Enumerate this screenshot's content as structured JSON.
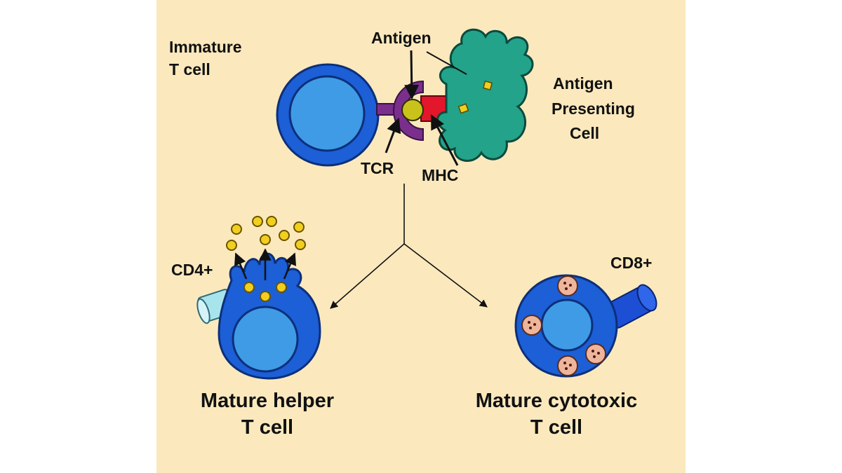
{
  "labels": {
    "immature_line1": "Immature",
    "immature_line2": "T cell",
    "antigen": "Antigen",
    "apc_line1": "Antigen",
    "apc_line2": "Presenting",
    "apc_line3": "Cell",
    "tcr": "TCR",
    "mhc": "MHC",
    "cd4": "CD4+",
    "cd8": "CD8+",
    "helper_line1": "Mature helper",
    "helper_line2": "T cell",
    "cytotoxic_line1": "Mature cytotoxic",
    "cytotoxic_line2": "T cell"
  },
  "colors": {
    "panel_background": "#fbe9bd",
    "cell_dark_blue": "#1c5fd6",
    "cell_light_blue": "#3f9be6",
    "apc_teal": "#22a38a",
    "tcr_purple": "#7a2f8c",
    "mhc_red": "#e3162b",
    "antigen_yellow": "#c9c21a",
    "granule_yellow": "#f2cf1f",
    "vesicle_pink": "#efb59c",
    "cd4_receptor": "#a8e4ec",
    "cd8_receptor": "#1d4fd4"
  }
}
